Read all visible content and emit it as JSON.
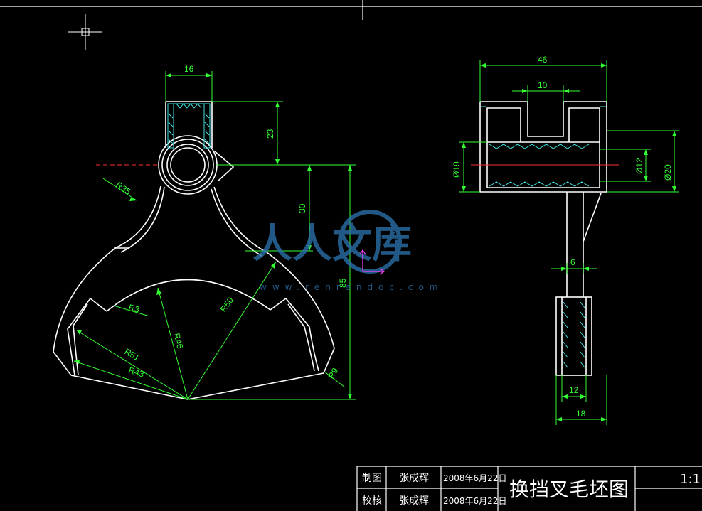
{
  "colors": {
    "background": "#000000",
    "outline": "#ffffff",
    "dimension": "#33ff33",
    "hatch": "#44e0e0",
    "centerline": "#ff3030",
    "watermark": "#2a6fa8",
    "ucs": "#ff40ff"
  },
  "front_view": {
    "dims": {
      "width_top": "16",
      "h_23": "23",
      "h_30": "30",
      "h_85": "85",
      "r35": "R35",
      "r3": "R3",
      "r50": "R50",
      "r46": "R46",
      "r51": "R51",
      "r43": "R43",
      "r9": "R9"
    }
  },
  "side_view": {
    "dims": {
      "width_46": "46",
      "slot_10": "10",
      "dia_19": "Ø19",
      "dia_12": "Ø12",
      "dia_20": "Ø20",
      "stem_6": "6",
      "pin_12": "12",
      "pin_18": "18"
    }
  },
  "watermark": {
    "text": "人人文库",
    "url": "www.renrendoc.com"
  },
  "title_block": {
    "row1": {
      "role": "制图",
      "name": "张成辉",
      "date": "2008年6月22日"
    },
    "row2": {
      "role": "校核",
      "name": "张成辉",
      "date": "2008年6月22日"
    },
    "title": "换挡叉毛坯图",
    "scale": "1:1"
  }
}
